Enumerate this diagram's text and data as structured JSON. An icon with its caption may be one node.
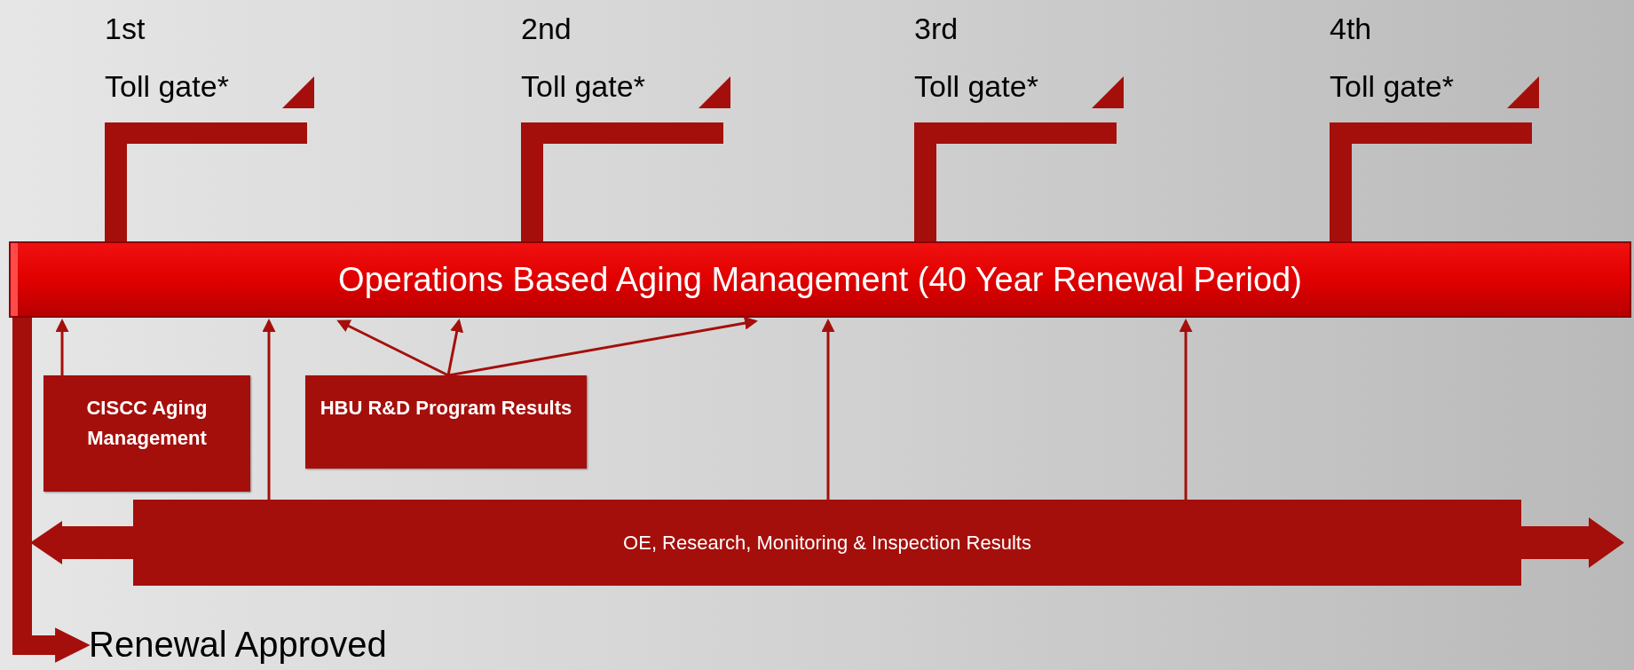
{
  "diagram": {
    "nodes": [
      {
        "text": [
          "1st",
          "Toll gate*"
        ]
      },
      {
        "text": [
          "2nd",
          "Toll gate*"
        ]
      },
      {
        "text": [
          "3rd",
          "Toll gate*"
        ]
      },
      {
        "text": [
          "4th",
          "Toll gate*"
        ]
      },
      {
        "text": [
          "Operations Based Aging Management (40 Year Renewal Period)"
        ]
      },
      {
        "text": [
          "CISCC Aging Management"
        ]
      },
      {
        "text": [
          "HBU R&D Program Results"
        ]
      },
      {
        "text": [
          "OE, Research, Monitoring & Inspection Results"
        ]
      },
      {
        "text": [
          "Renewal Approved"
        ]
      }
    ],
    "edges": [
      {
        "from": 5,
        "to": 4,
        "arrow": "to"
      },
      {
        "from": 7,
        "to": 4,
        "arrow": "to"
      },
      {
        "from": 6,
        "to": 4,
        "arrow": "to"
      },
      {
        "from": 6,
        "to": 4,
        "arrow": "to"
      },
      {
        "from": 6,
        "to": 4,
        "arrow": "to"
      },
      {
        "from": 7,
        "to": 4,
        "arrow": "to"
      },
      {
        "from": 7,
        "to": 4,
        "arrow": "to"
      },
      {
        "from": 4,
        "to": 8,
        "arrow": "to",
        "style": "thick"
      }
    ]
  }
}
